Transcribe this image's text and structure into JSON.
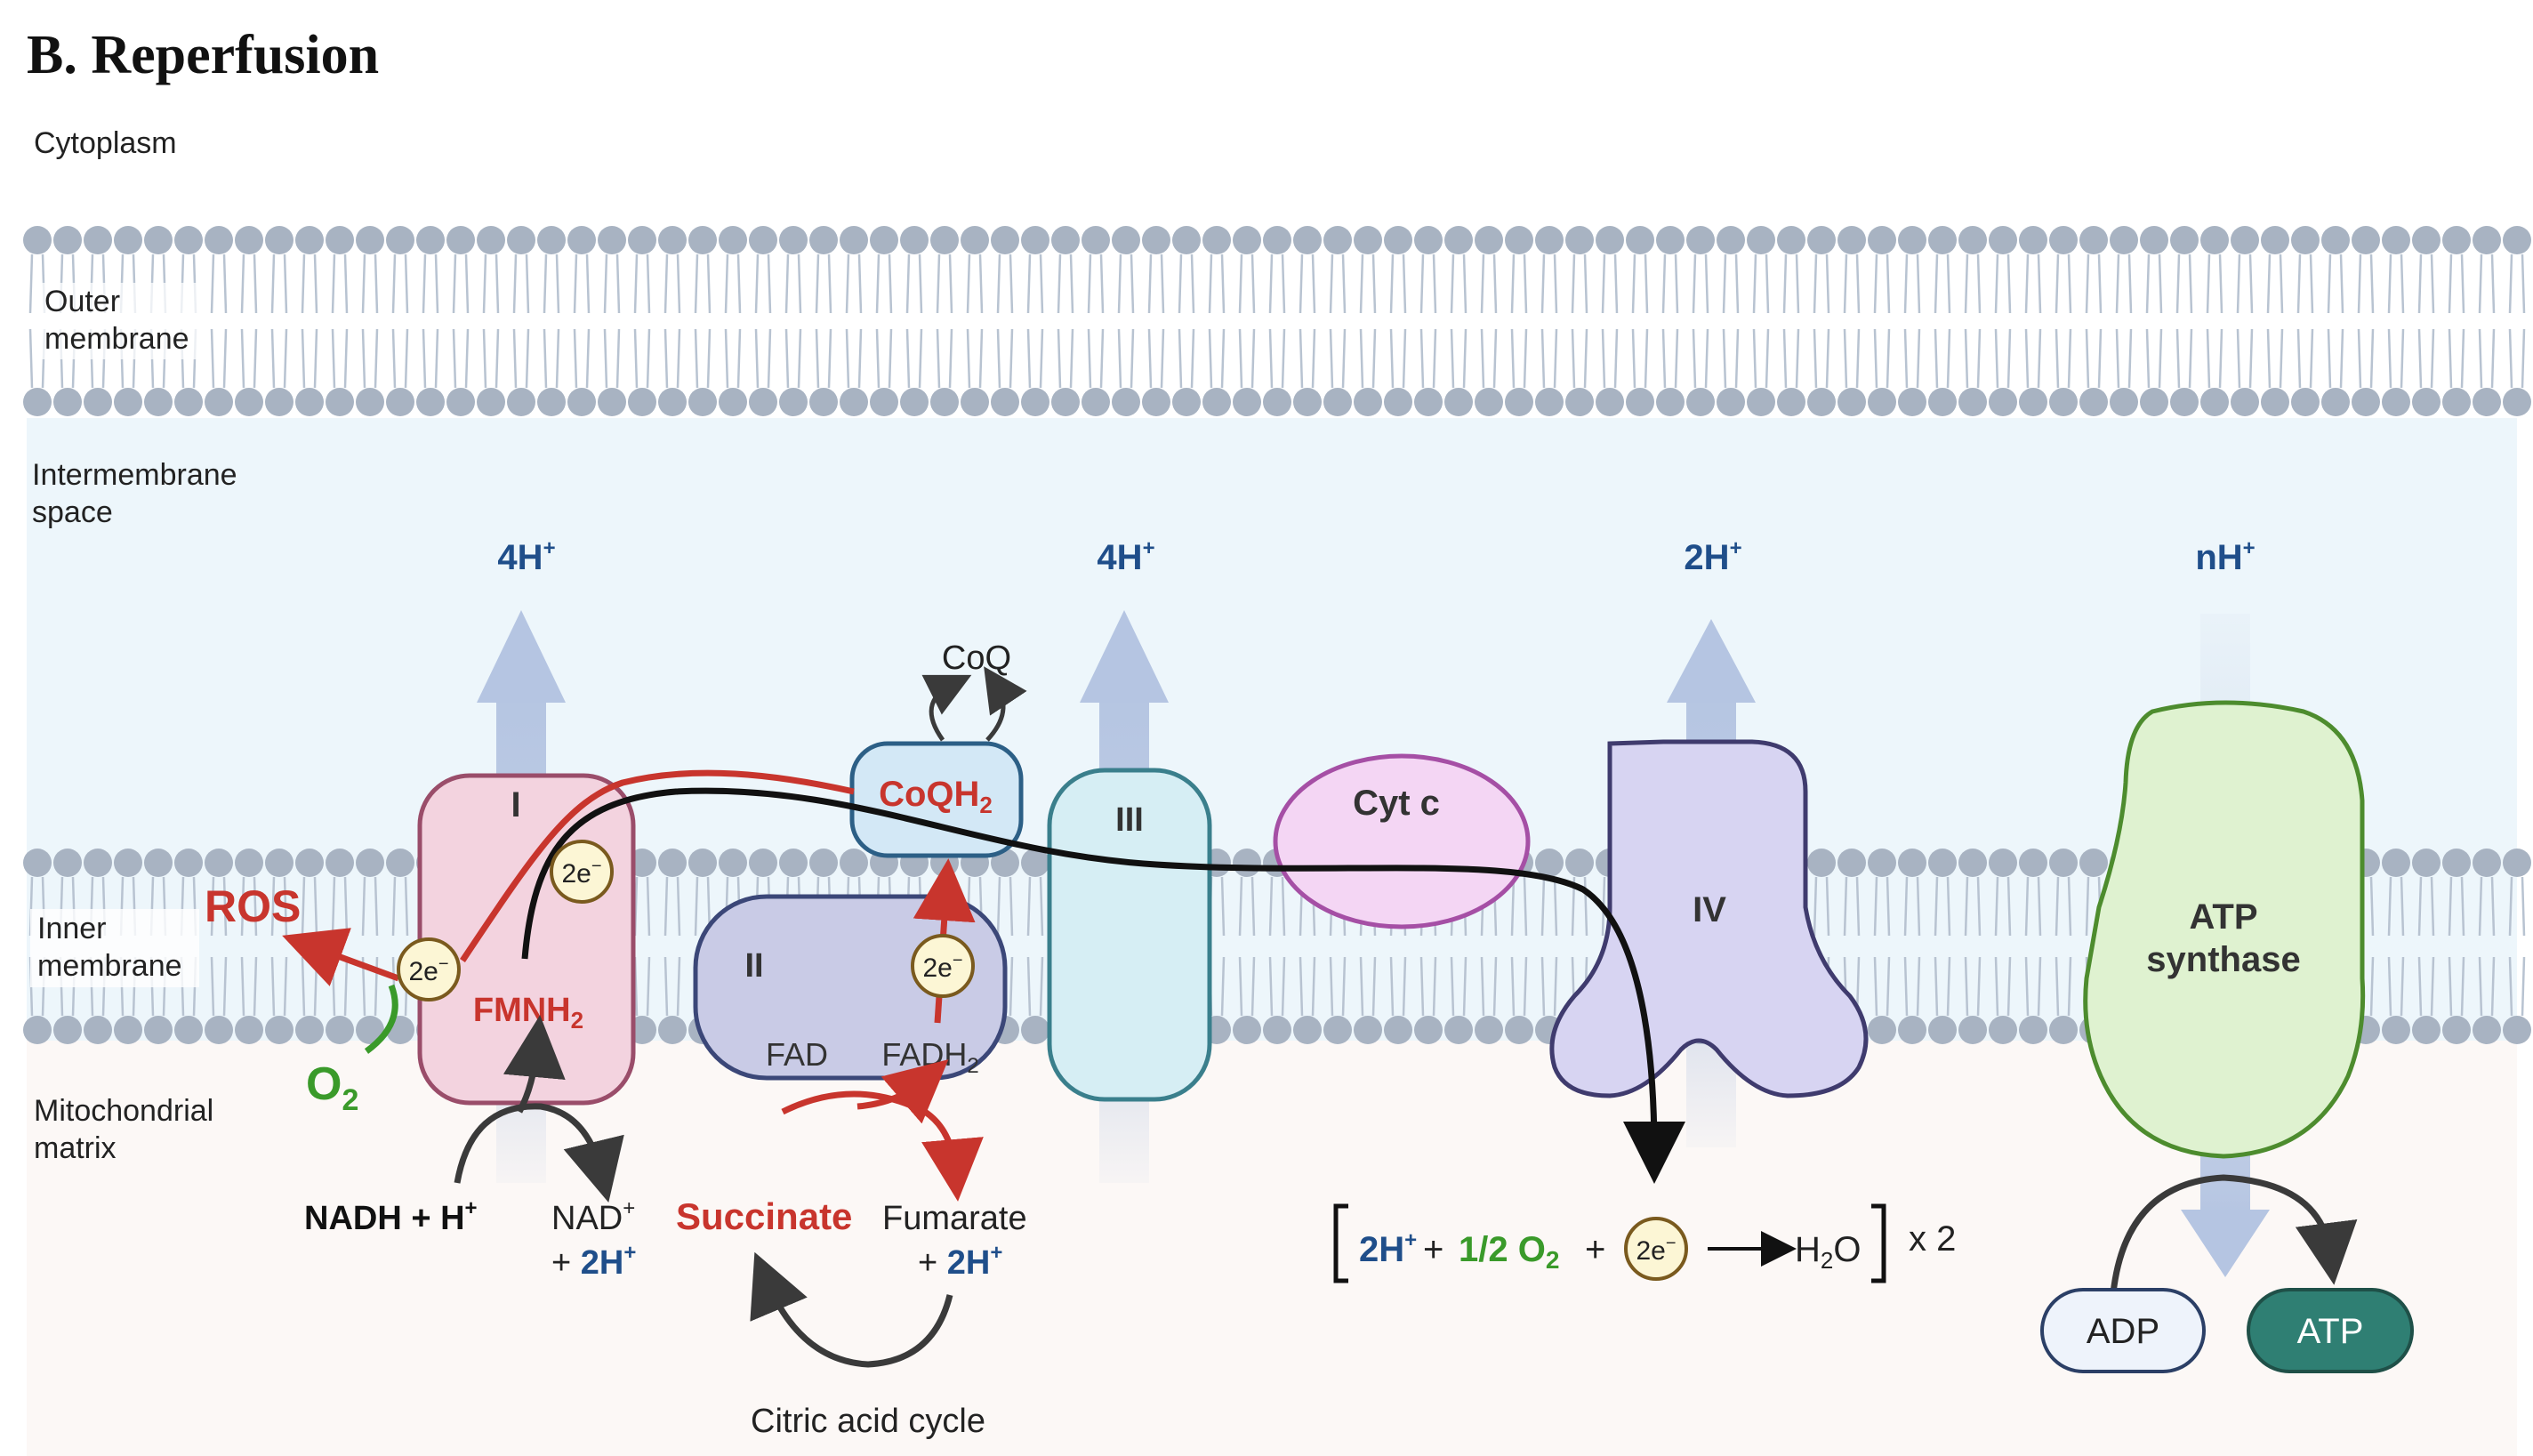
{
  "title": "B. Reperfusion",
  "regions": {
    "cytoplasm": "Cytoplasm",
    "outer_membrane": [
      "Outer",
      "membrane"
    ],
    "intermembrane_space": [
      "Intermembrane",
      "space"
    ],
    "inner_membrane": [
      "Inner",
      "membrane"
    ],
    "matrix": [
      "Mitochondrial",
      "matrix"
    ]
  },
  "proton_pumps": {
    "complex_I": "4H",
    "complex_III": "4H",
    "complex_IV": "2H",
    "atp_synthase": "nH",
    "superscript": "+"
  },
  "complexes": {
    "I": "I",
    "II": "II",
    "III": "III",
    "IV": "IV",
    "cyt_c": "Cyt c",
    "atp_synthase": [
      "ATP",
      "synthase"
    ]
  },
  "molecules": {
    "coq": "CoQ",
    "coqh2": "CoQH",
    "coqh2_sub": "2",
    "fmnh2": "FMNH",
    "fmnh2_sub": "2",
    "fad": "FAD",
    "fadh2": "FADH",
    "fadh2_sub": "2",
    "electrons": "2e",
    "electrons_sup": "−",
    "ros": "ROS",
    "o2": "O",
    "o2_sub": "2"
  },
  "reactions": {
    "nadh": "NADH + H",
    "nadh_sup": "+",
    "nad": "NAD",
    "nad_sup": "+",
    "nad_plus": "+ ",
    "nad_2h": "2H",
    "nad_2h_sup": "+",
    "succinate": "Succinate",
    "fumarate": "Fumarate",
    "fumarate_plus": "+ ",
    "fumarate_2h": "2H",
    "fumarate_2h_sup": "+",
    "citric_acid_cycle": "Citric acid cycle"
  },
  "water_equation": {
    "protons": "2H",
    "protons_sup": "+",
    "plus1": " + ",
    "half_o2": "1/2 O",
    "o2_sub": "2",
    "plus2": " + ",
    "electrons": "2e",
    "electrons_sup": "−",
    "product": "H",
    "product_sub": "2",
    "product_o": "O",
    "multiplier": "x 2"
  },
  "atp": {
    "adp": "ADP",
    "atp": "ATP"
  },
  "colors": {
    "proton_blue": "#1f4e8a",
    "ros_red": "#c8352d",
    "oxygen_green": "#3a9a2a",
    "complex_I_fill": "#f3d3df",
    "complex_II_fill": "#c9cbe6",
    "complex_III_fill": "#d6eef4",
    "cyt_c_fill": "#f4d6f4",
    "complex_IV_fill": "#d7d4f2",
    "atp_synthase_fill": "#dff2d0",
    "atp_fill": "#2f7f73",
    "membrane_head": "#a8b3c2"
  }
}
